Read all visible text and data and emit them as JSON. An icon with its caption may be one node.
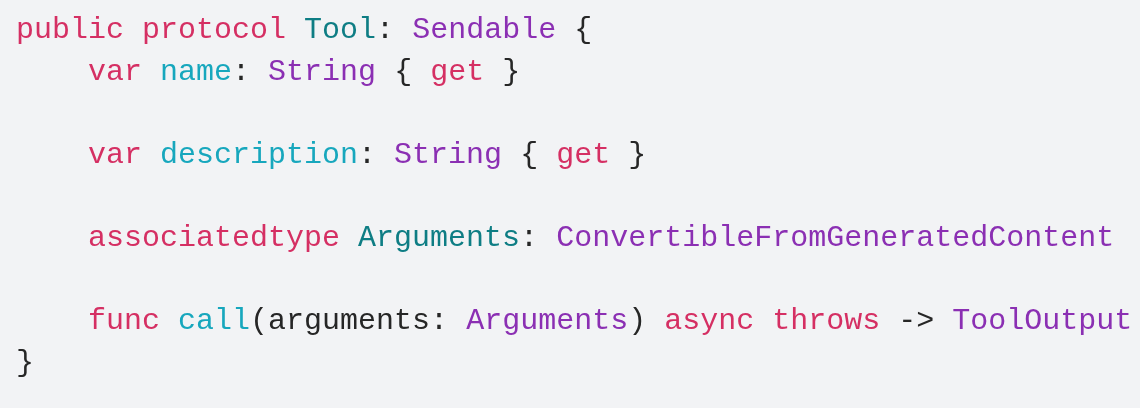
{
  "diagram": {
    "labels": [
      "public protocol Tool: Sendable {",
      "var name: String { get }",
      "var description: String { get }",
      "associatedtype Arguments: ConvertibleFromGeneratedContent",
      "func call(arguments: Arguments) async throws -> ToolOutput",
      "}"
    ]
  }
}
